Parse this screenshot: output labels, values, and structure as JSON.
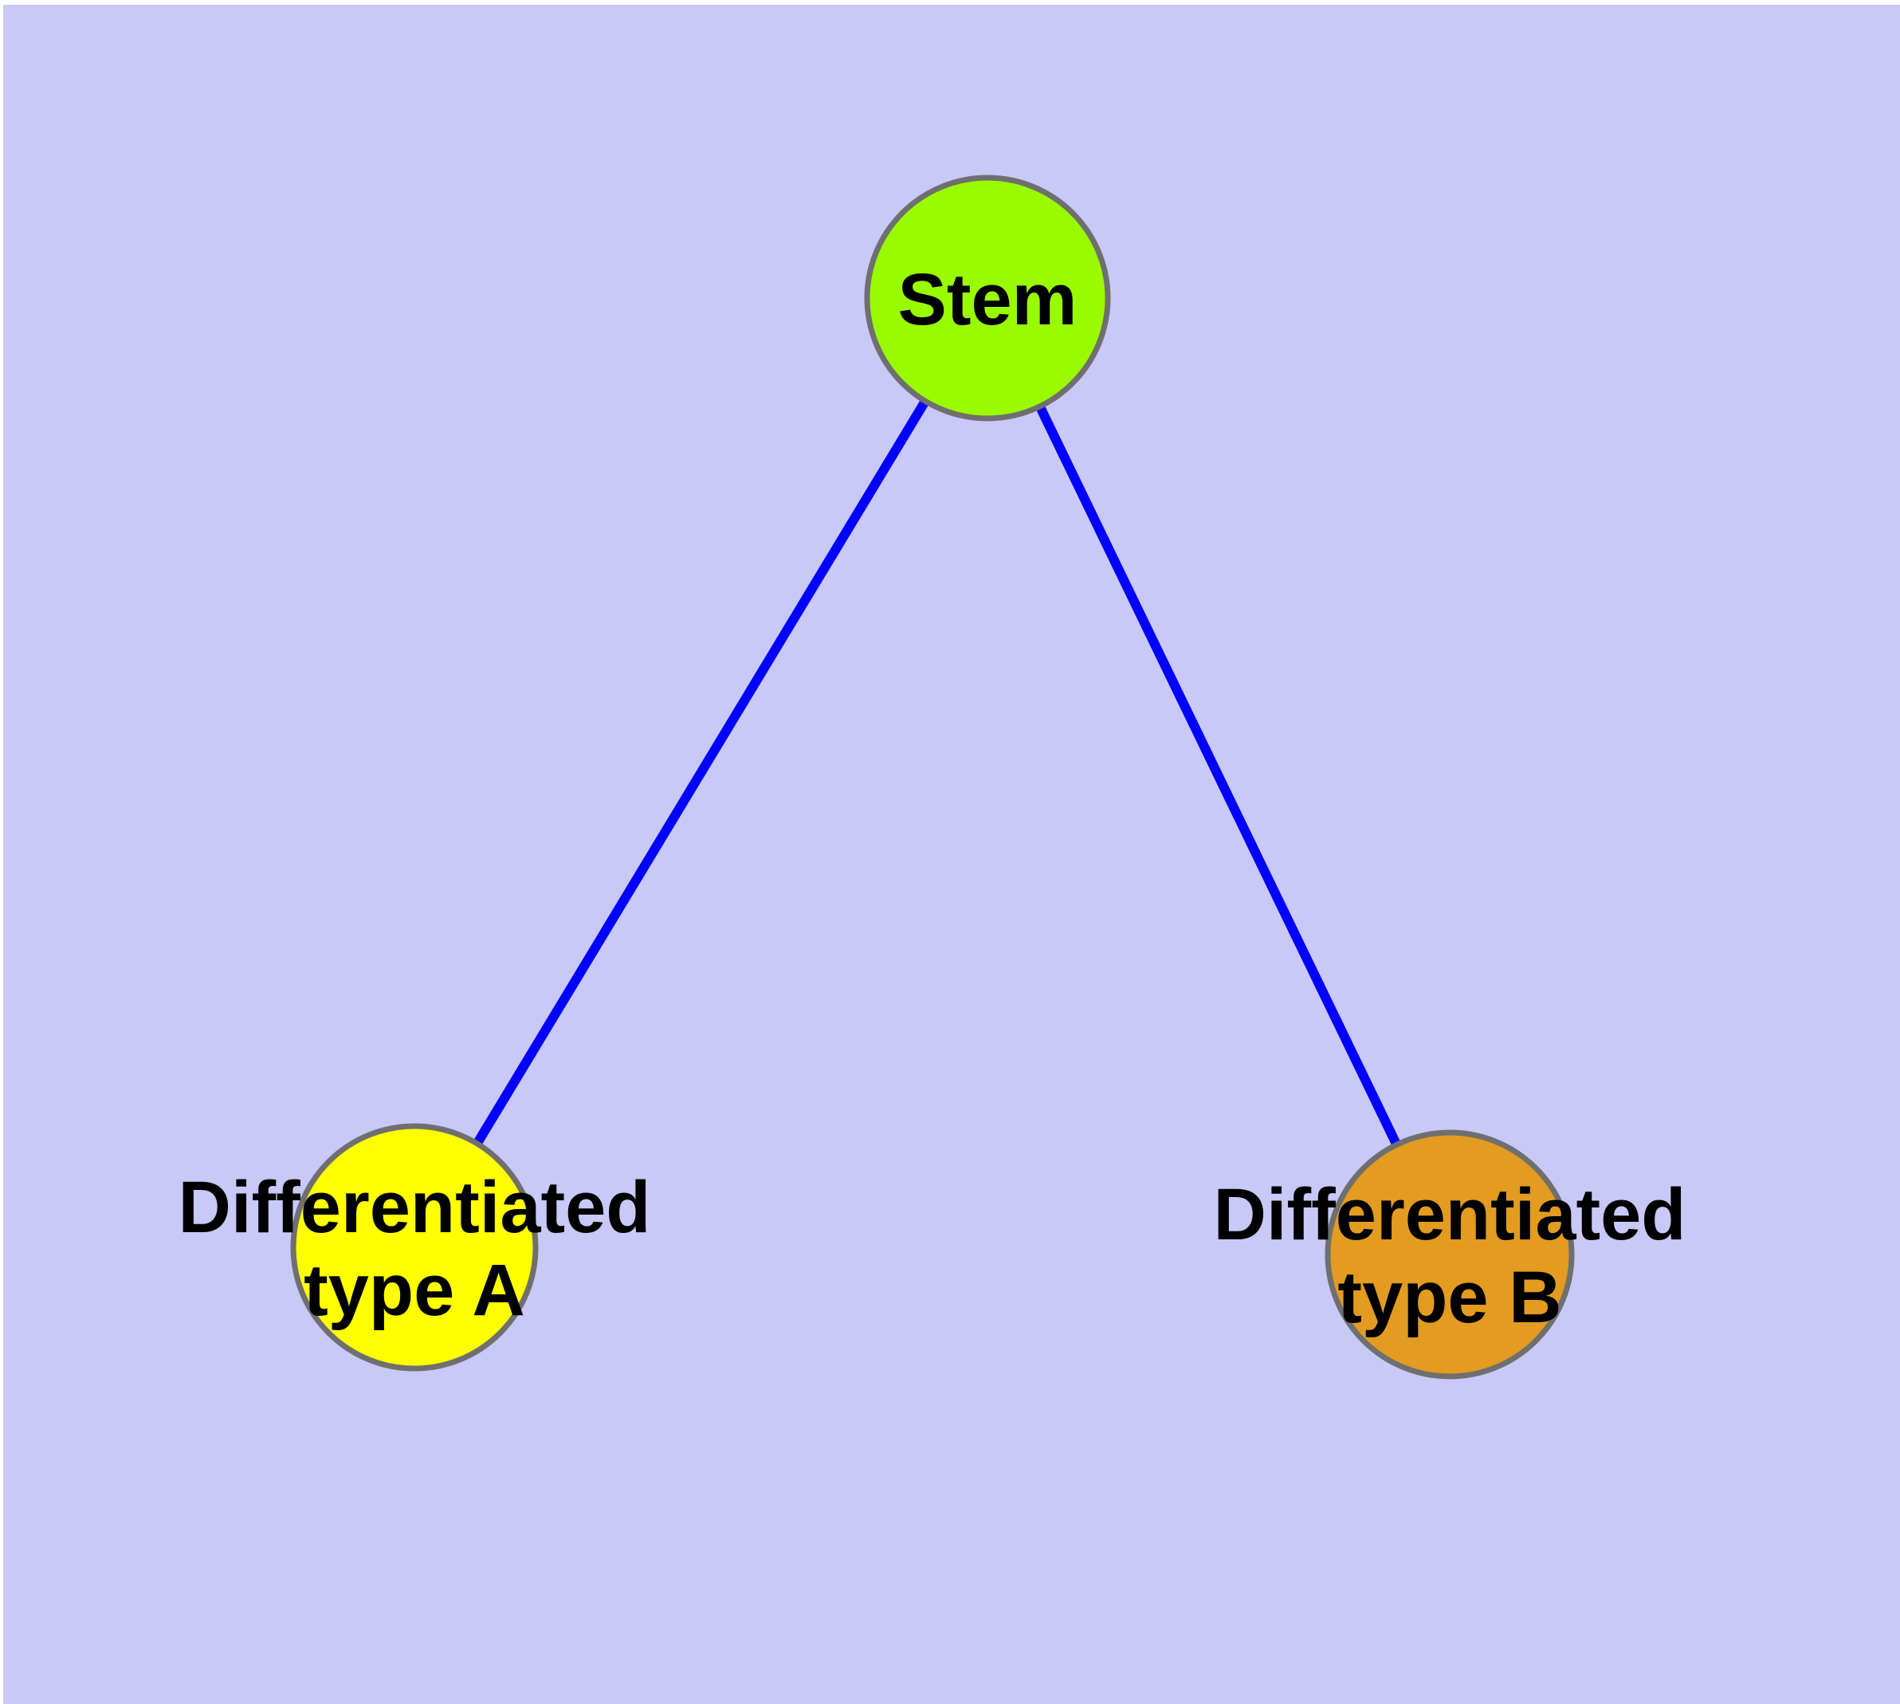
{
  "diagram": {
    "type": "graph",
    "colors": {
      "background": "#C9C9F8",
      "page_margin": "#FFFFFF",
      "edge": "#0000FF",
      "node_border": "#6F6F6F",
      "label": "#000000"
    },
    "nodes": [
      {
        "id": "stem",
        "label": "Stem",
        "label_line1": "Stem",
        "label_line2": "",
        "fill": "#9AFB00"
      },
      {
        "id": "differentiated-type-a",
        "label": "Differentiated type A",
        "label_line1": "Differentiated",
        "label_line2": "type A",
        "fill": "#FFFF00"
      },
      {
        "id": "differentiated-type-b",
        "label": "Differentiated type B",
        "label_line1": "Differentiated",
        "label_line2": "type B",
        "fill": "#E39C1F"
      }
    ],
    "edges": [
      {
        "source": "Stem",
        "target": "Differentiated type A"
      },
      {
        "source": "Stem",
        "target": "Differentiated type B"
      }
    ]
  }
}
